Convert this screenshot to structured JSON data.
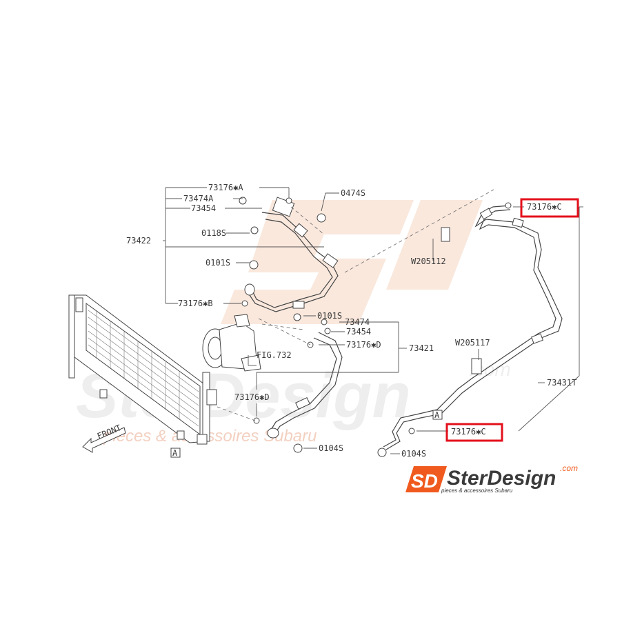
{
  "parts": {
    "p73176A": "73176✱A",
    "p73474A": "73474A",
    "p73454_top": "73454",
    "p0118S": "0118S",
    "p73422": "73422",
    "p0101S_left": "0101S",
    "p73176B": "73176✱B",
    "p0474S": "0474S",
    "pW205112": "W205112",
    "p0101S_mid": "0101S",
    "p73474": "73474",
    "p73454_mid": "73454",
    "p73176D_mid": "73176✱D",
    "p73421": "73421",
    "pFIG732": "FIG.732",
    "p73176D_low": "73176✱D",
    "p0104S_left": "0104S",
    "p73176C_top": "73176✱C",
    "pW205117": "W205117",
    "p73431T": "73431T",
    "p73176C_low": "73176✱C",
    "p0104S_right": "0104S"
  },
  "markers": {
    "a_left": "A",
    "a_right": "A"
  },
  "front_label": "FRONT",
  "watermark": {
    "brand": "SterDesign",
    "tld": ".com",
    "tagline": "pieces & accessoires Subaru",
    "logo_letters": "SD"
  },
  "colors": {
    "highlight": "#e3101b",
    "logo_orange": "#f05a1e",
    "line": "#444444"
  }
}
